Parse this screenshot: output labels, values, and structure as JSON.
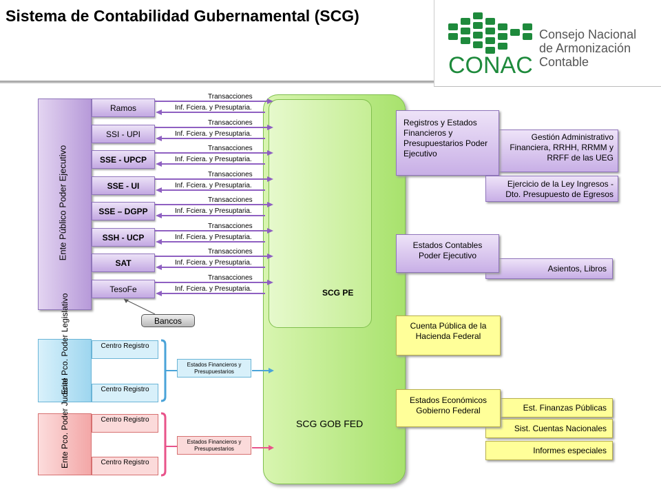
{
  "title": "Sistema de Contabilidad Gubernamental (SCG)",
  "logo": {
    "acronym": "CONAC",
    "line1": "Consejo Nacional",
    "line2": "de Armonización",
    "line3": "Contable",
    "colors": {
      "green": "#1e8a3c",
      "text": "#555555"
    }
  },
  "ejecutivo": {
    "group_label": "Ente Público  Poder  Ejecutivo",
    "items": [
      "Ramos",
      "SSI - UPI",
      "SSE - UPCP",
      "SSE - UI",
      "SSE – DGPP",
      "SSH - UCP",
      "SAT",
      "TesoFe"
    ],
    "bold_items": [
      false,
      false,
      true,
      true,
      true,
      true,
      true,
      false
    ],
    "transaction_label": "Transacciones",
    "report_label": "Inf. Fciera. y Presuptaria.",
    "bancos": "Bancos"
  },
  "legislativo": {
    "group_label": "Ente Pco. Poder Legislativo",
    "items": [
      "Centro Registro",
      "Centro Registro"
    ],
    "output_label": "Estados Financieros y Presupuestarios"
  },
  "judicial": {
    "group_label": "Ente Pco. Poder Judicial",
    "items": [
      "Centro Registro",
      "Centro Registro"
    ],
    "output_label": "Estados Financieros y Presupuestarios"
  },
  "scg": {
    "pe_label": "SCG PE",
    "fed_label": "SCG  GOB FED"
  },
  "outputs": {
    "registros": "Registros y Estados Financieros  y Presupuestarios Poder Ejecutivo",
    "gestion": "Gestión Administrativo Financiera, RRHH, RRMM y RRFF de las UEG",
    "ejercicio": "Ejercicio de la Ley Ingresos - Dto. Presupuesto de Egresos",
    "estados_contables": "Estados Contables Poder Ejecutivo",
    "asientos": "Asientos, Libros",
    "cuenta_publica": "Cuenta Pública de la Hacienda Federal",
    "estados_economicos": "Estados Económicos Gobierno Federal",
    "finanzas": "Est. Finanzas Públicas",
    "cuentas_nac": "Sist. Cuentas Nacionales",
    "informes": "Informes especiales"
  },
  "colors": {
    "purple_arrow": "#8e5fc1",
    "blue": "#4aa3d8",
    "pink": "#e8538a",
    "green_fill": "#b8e884"
  }
}
